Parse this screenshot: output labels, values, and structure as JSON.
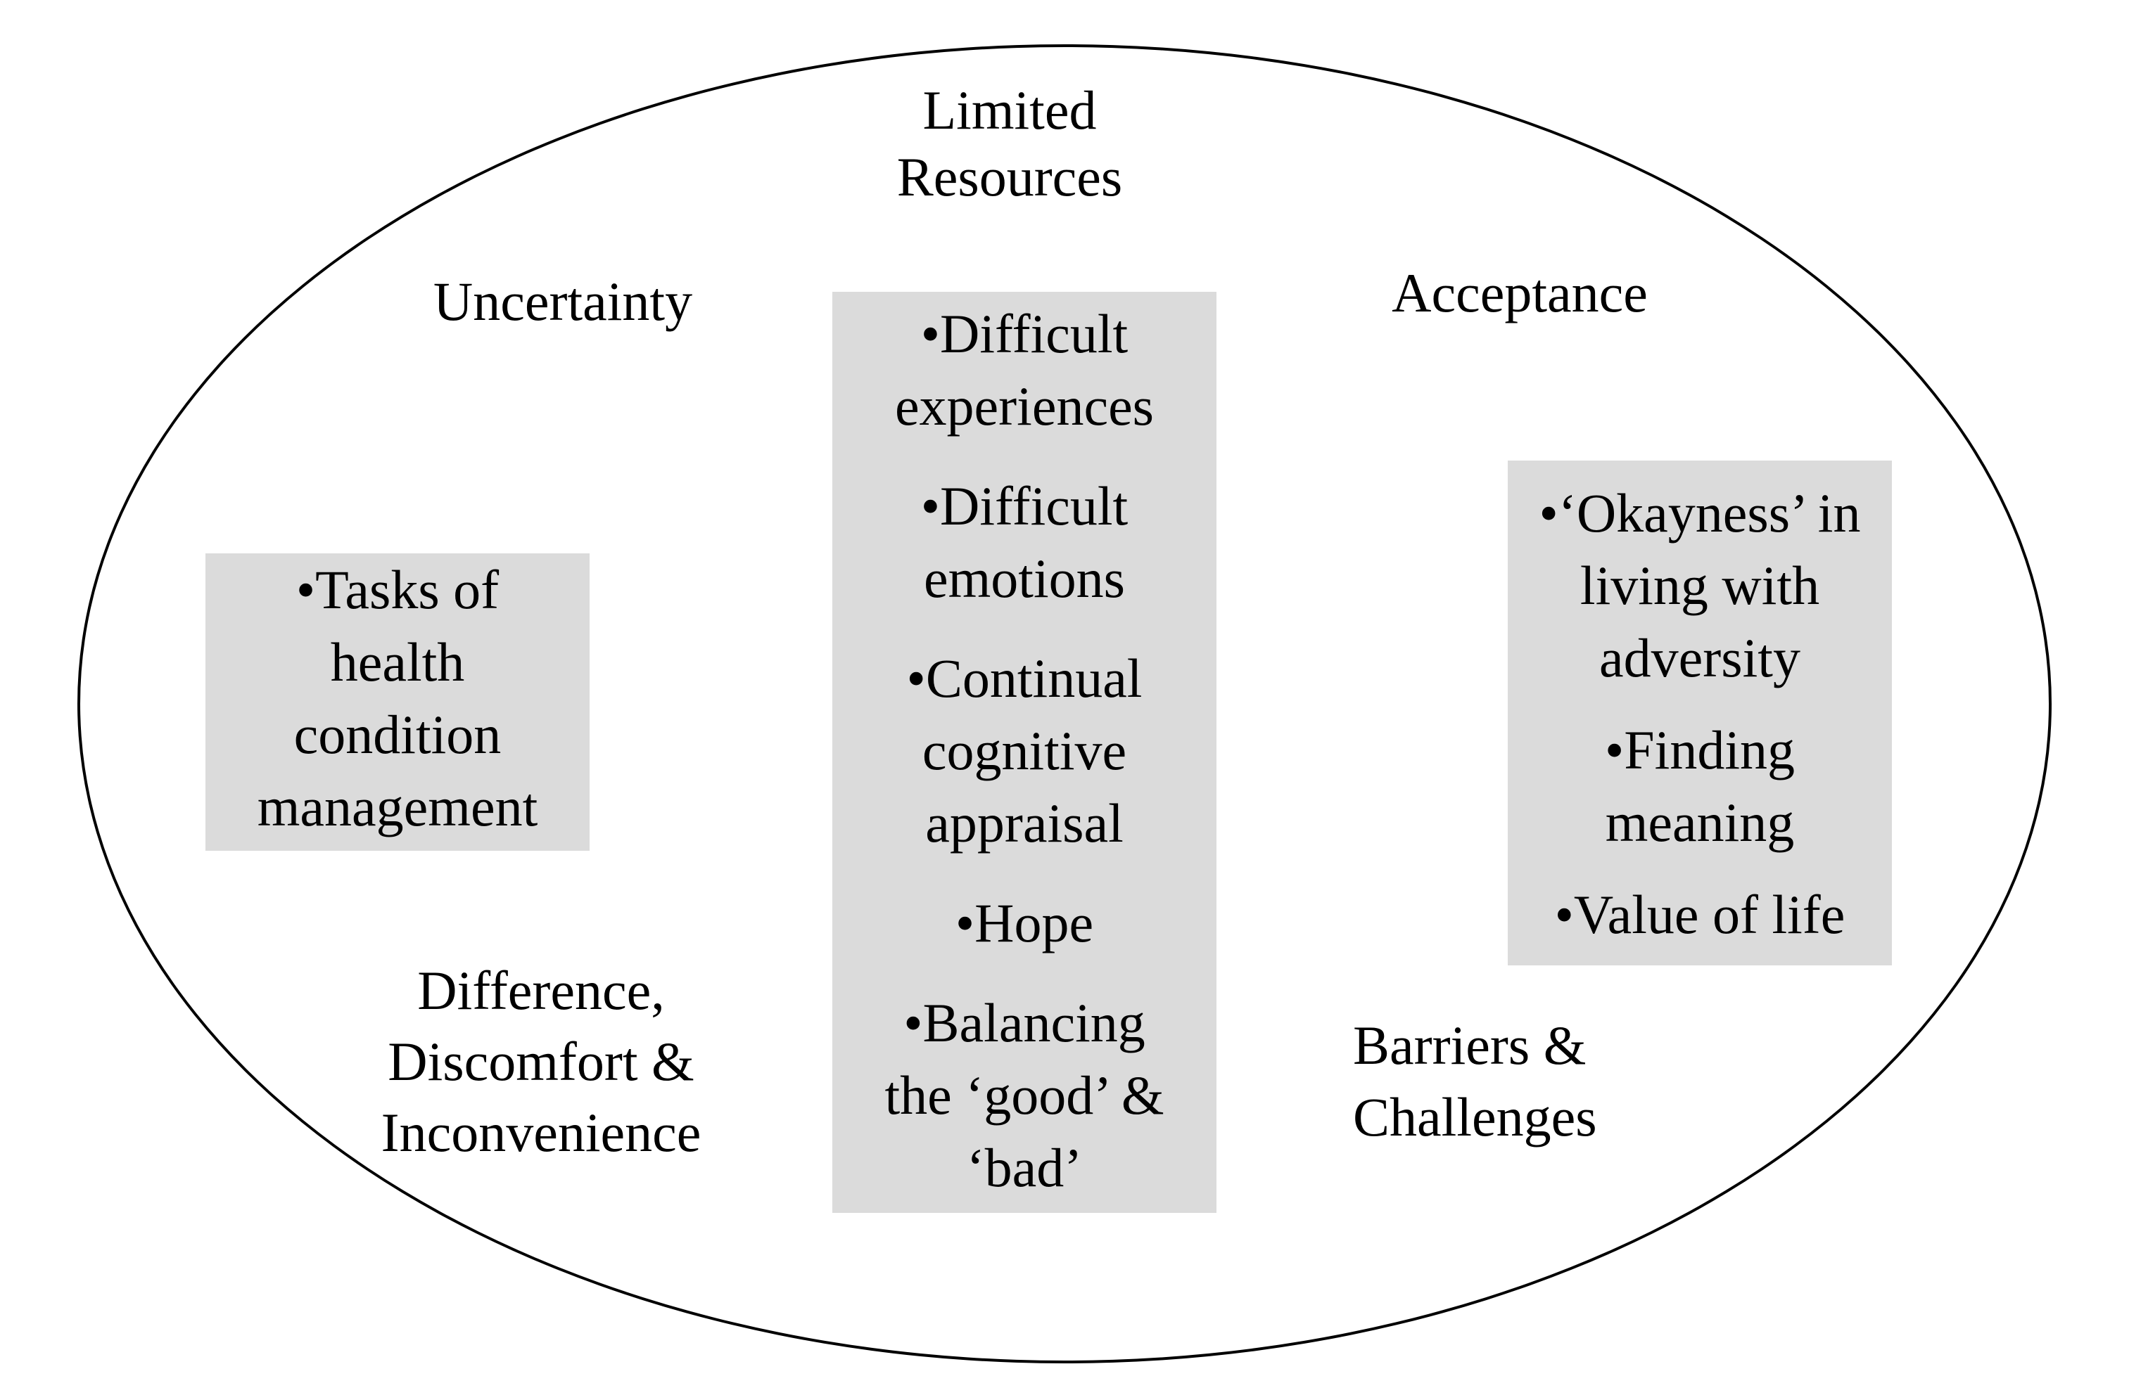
{
  "diagram": {
    "kind": "ellipse-concept-diagram",
    "colors": {
      "background": "#ffffff",
      "ellipse_outline": "#000000",
      "box_fill": "#dbdbdb",
      "text": "#000000"
    }
  },
  "labels": {
    "limited_resources": {
      "lines": [
        "Limited",
        "Resources"
      ]
    },
    "uncertainty": {
      "text": "Uncertainty"
    },
    "acceptance": {
      "text": "Acceptance"
    },
    "difference_discomfort": {
      "lines": [
        "Difference,",
        "Discomfort &",
        "Inconvenience"
      ]
    },
    "barriers_challenges": {
      "lines": [
        "Barriers &",
        "Challenges"
      ]
    }
  },
  "boxes": {
    "left": {
      "items": [
        {
          "lines": [
            "•Tasks of",
            "health",
            "condition",
            "management"
          ]
        }
      ]
    },
    "center": {
      "items": [
        {
          "lines": [
            "•Difficult",
            "experiences"
          ]
        },
        {
          "lines": [
            "•Difficult",
            "emotions"
          ]
        },
        {
          "lines": [
            "•Continual",
            "cognitive",
            "appraisal"
          ]
        },
        {
          "lines": [
            "•Hope"
          ]
        },
        {
          "lines": [
            "•Balancing",
            "the ‘good’ &",
            "‘bad’"
          ]
        }
      ]
    },
    "right": {
      "items": [
        {
          "lines": [
            "•‘Okayness’ in",
            "living with",
            "adversity"
          ]
        },
        {
          "lines": [
            "•Finding",
            "meaning"
          ]
        },
        {
          "lines": [
            "•Value of life"
          ]
        }
      ]
    }
  }
}
